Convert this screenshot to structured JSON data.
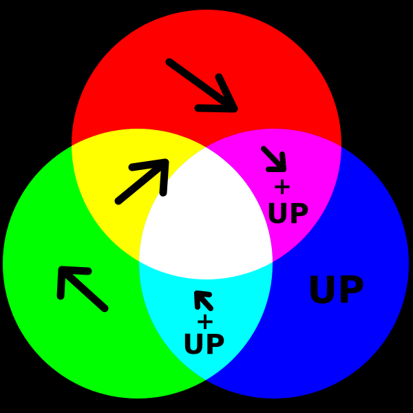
{
  "colors": {
    "background": "#000000",
    "red": "#ff0000",
    "green": "#00ff00",
    "blue": "#0000ff",
    "yellow": "#ffff00",
    "magenta": "#ff00ff",
    "cyan": "#00ffff",
    "white": "#ffffff",
    "ink": "#000000"
  },
  "regions": {
    "red": {
      "icon": "arrow-down-right-icon",
      "label": ""
    },
    "green": {
      "icon": "arrow-up-left-icon",
      "label": ""
    },
    "blue": {
      "icon": "",
      "label": "UP"
    },
    "yellow": {
      "icon": "arrow-up-right-icon",
      "label": ""
    },
    "magenta": {
      "icon": "arrow-down-right-icon",
      "plus": "+",
      "label": "UP"
    },
    "cyan": {
      "icon": "arrow-up-left-icon",
      "plus": "+",
      "label": "UP"
    },
    "white": {
      "icon": "",
      "label": ""
    }
  }
}
